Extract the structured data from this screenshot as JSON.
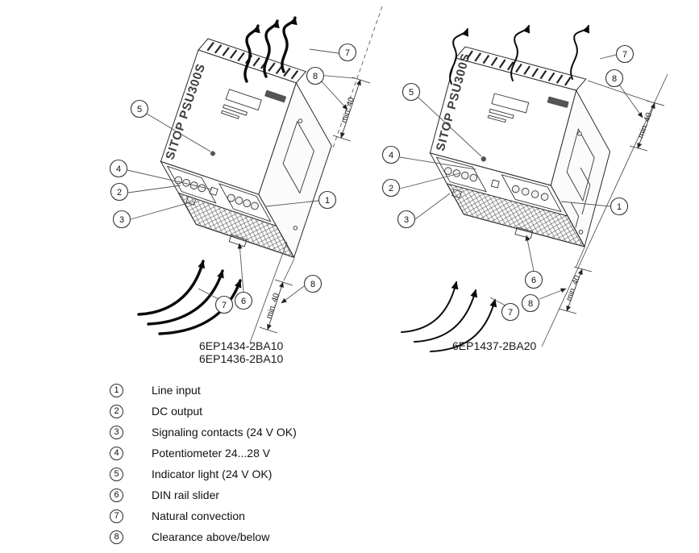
{
  "diagram": {
    "device_name": "SITOP PSU300S",
    "clearance_note": "min. 40",
    "callouts": {
      "c1": "1",
      "c2": "2",
      "c3": "3",
      "c4": "4",
      "c5": "5",
      "c6": "6",
      "c7": "7",
      "c8": "8"
    },
    "models": {
      "left_line1": "6EP1434-2BA10",
      "left_line2": "6EP1436-2BA10",
      "right_line1": "6EP1437-2BA20"
    }
  },
  "legend": {
    "items": [
      {
        "num": "1",
        "label": "Line input"
      },
      {
        "num": "2",
        "label": "DC output"
      },
      {
        "num": "3",
        "label": "Signaling contacts (24 V OK)"
      },
      {
        "num": "4",
        "label": "Potentiometer 24...28 V"
      },
      {
        "num": "5",
        "label": "Indicator light (24 V OK)"
      },
      {
        "num": "6",
        "label": "DIN rail slider"
      },
      {
        "num": "7",
        "label": "Natural convection"
      },
      {
        "num": "8",
        "label": "Clearance above/below"
      }
    ]
  }
}
